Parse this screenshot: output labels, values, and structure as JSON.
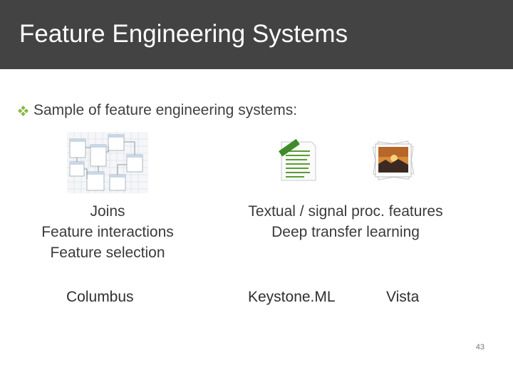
{
  "slide": {
    "title": "Feature Engineering Systems",
    "bullet": "Sample of feature engineering systems:",
    "page_number": "43"
  },
  "columns": [
    {
      "lines": [
        "Joins",
        "Feature interactions",
        "Feature selection"
      ],
      "system": "Columbus"
    },
    {
      "lines": [
        "Textual / signal proc. features",
        "Deep transfer learning"
      ],
      "system": "Keystone.ML"
    },
    {
      "lines": [],
      "system": "Vista"
    }
  ],
  "colors": {
    "title_bar": "#434343",
    "bullet": "#8ab843"
  },
  "icons": [
    "diamond-bullet-icon",
    "schema-diagram-icon",
    "text-document-icon",
    "photo-stack-icon"
  ]
}
